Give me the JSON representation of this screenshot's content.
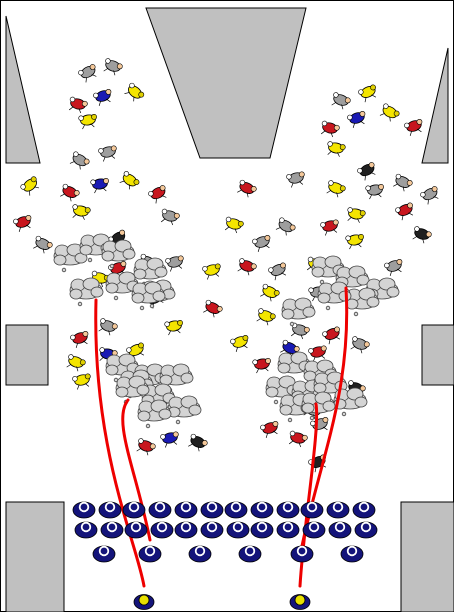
{
  "colors": {
    "background": "#ffffff",
    "border": "#000000",
    "structure_fill": "#c0c0c0",
    "path_red": "#ee0000",
    "thought_fill": "#d4d4d4",
    "person_red": "#c8161e",
    "person_yellow": "#f4e500",
    "person_blue": "#1a1ab4",
    "person_gray": "#9e9e9e",
    "person_black": "#202020",
    "officer_blue": "#14147a",
    "officer_helmet": "#e8e000"
  },
  "scene": {
    "structures": [
      "left-upper-wall",
      "center-stage",
      "right-upper-wall",
      "left-pillar",
      "right-pillar",
      "left-lower-wall",
      "right-lower-wall"
    ],
    "crowd_groups": [
      "upper-left-group",
      "upper-right-group",
      "middle-left-group",
      "middle-right-group",
      "lower-center-group"
    ],
    "thought_clusters": [
      "left-upper-cluster",
      "right-upper-cluster",
      "left-lower-cluster",
      "right-lower-cluster"
    ],
    "trajectories": 4,
    "police_rows": 3,
    "commanders": 2
  }
}
